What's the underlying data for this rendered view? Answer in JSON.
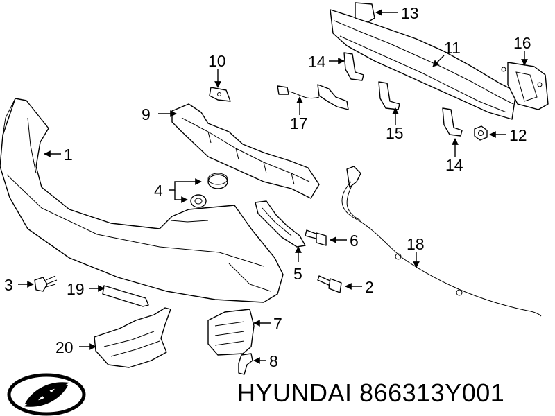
{
  "callouts": {
    "c1": "1",
    "c2": "2",
    "c3": "3",
    "c4": "4",
    "c5": "5",
    "c6": "6",
    "c7": "7",
    "c8": "8",
    "c9": "9",
    "c10": "10",
    "c11": "11",
    "c12": "12",
    "c13": "13",
    "c14a": "14",
    "c14b": "14",
    "c15": "15",
    "c16": "16",
    "c17": "17",
    "c18": "18",
    "c19": "19",
    "c20": "20"
  },
  "footer": {
    "brand": "HYUNDAI",
    "part_number": "866313Y001"
  },
  "logo": {
    "icon": "hyundai-logo"
  }
}
